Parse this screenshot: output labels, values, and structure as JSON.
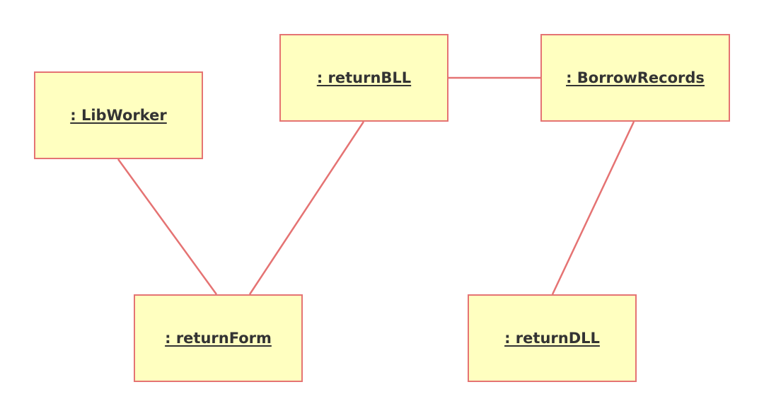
{
  "diagram": {
    "objects": [
      {
        "id": "libworker",
        "label": ": LibWorker"
      },
      {
        "id": "returnbll",
        "label": ": returnBLL"
      },
      {
        "id": "borrowrecords",
        "label": ": BorrowRecords"
      },
      {
        "id": "returnform",
        "label": ": returnForm"
      },
      {
        "id": "returndll",
        "label": ": returnDLL"
      }
    ],
    "links": [
      {
        "from": "libworker",
        "to": "returnform"
      },
      {
        "from": "returnbll",
        "to": "returnform"
      },
      {
        "from": "returnbll",
        "to": "borrowrecords"
      },
      {
        "from": "borrowrecords",
        "to": "returndll"
      }
    ],
    "colors": {
      "node_fill": "#ffffc0",
      "node_border": "#e57373",
      "link": "#e57373",
      "text": "#333333"
    }
  }
}
